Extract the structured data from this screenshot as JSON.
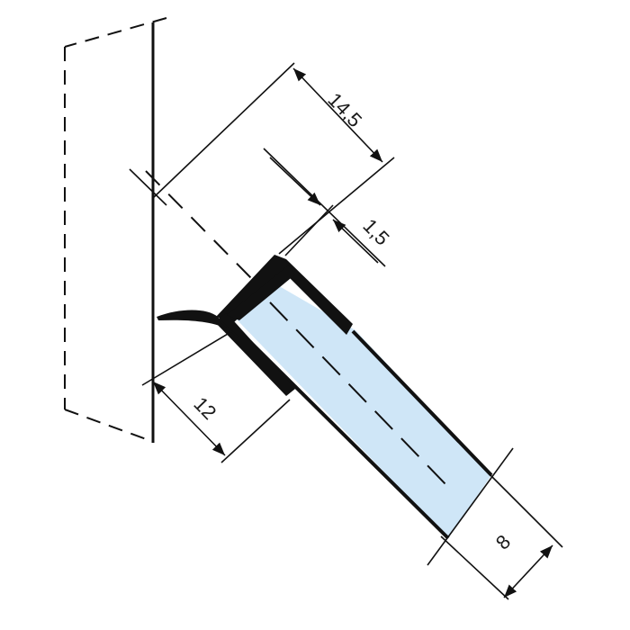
{
  "diagram": {
    "dimensions": {
      "width_top": "14,5",
      "thickness": "1,5",
      "depth": "12",
      "glass": "8"
    },
    "colors": {
      "glass_fill": "#cfe6f7",
      "line": "#111111",
      "background": "#ffffff"
    }
  }
}
